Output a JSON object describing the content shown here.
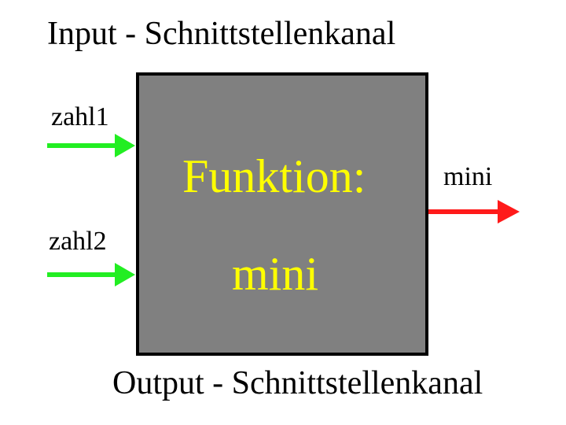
{
  "input_title": "Input - Schnittstellenkanal",
  "output_title": "Output - Schnittstellenkanal",
  "inputs": [
    {
      "label": "zahl1",
      "color": "#22ee22"
    },
    {
      "label": "zahl2",
      "color": "#22ee22"
    }
  ],
  "function": {
    "line1": "Funktion:",
    "line2": "mini",
    "box_color": "#808080",
    "text_color": "#ffff00"
  },
  "output": {
    "label": "mini",
    "color": "#ff1a1a"
  }
}
